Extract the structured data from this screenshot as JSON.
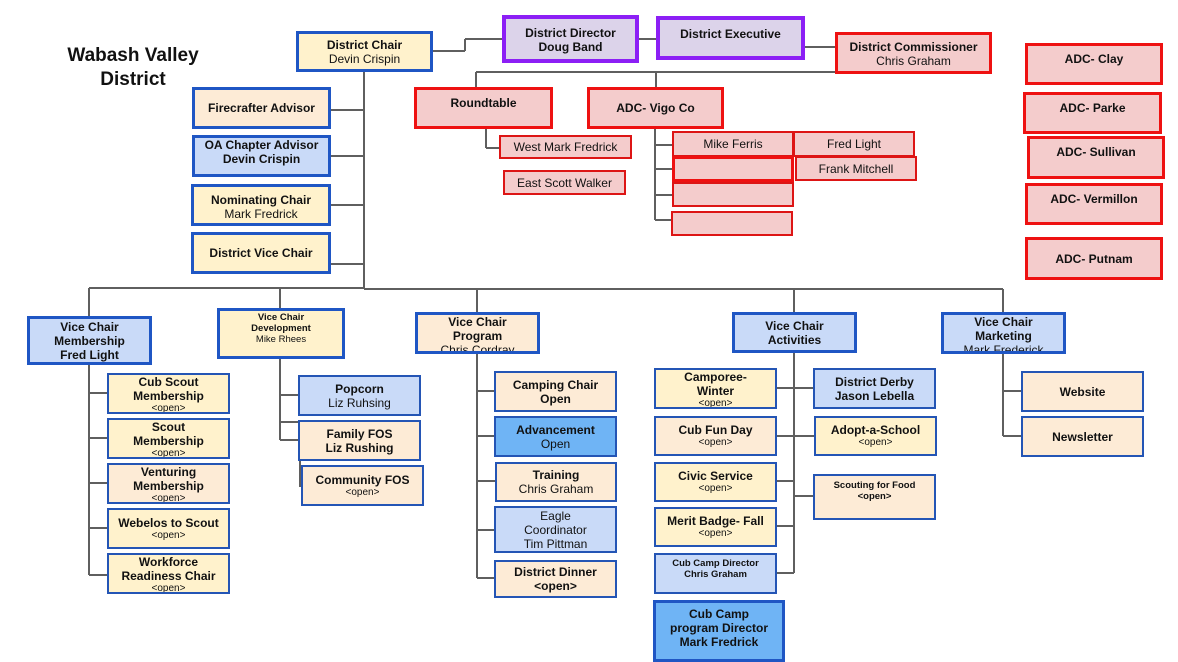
{
  "title": {
    "line1": "Wabash Valley",
    "line2": "District"
  },
  "top": {
    "district_chair": {
      "role": "District Chair",
      "name": "Devin Crispin"
    },
    "district_director": {
      "role": "District Director",
      "name": "Doug Band"
    },
    "district_executive": {
      "role": "District Executive"
    },
    "district_commissioner": {
      "role": "District Commissioner",
      "name": "Chris Graham"
    }
  },
  "chair_staff": [
    {
      "role": "Firecrafter Advisor"
    },
    {
      "role": "OA Chapter Advisor",
      "name": "Devin Crispin"
    },
    {
      "role": "Nominating Chair",
      "name": "Mark Fredrick"
    },
    {
      "role": "District Vice Chair"
    }
  ],
  "commissioner_staff": {
    "roundtable": {
      "role": "Roundtable",
      "members": [
        "West Mark Fredrick",
        "East Scott Walker"
      ]
    },
    "adc_vigo": {
      "role": "ADC- Vigo Co",
      "col1": [
        "Mike Ferris",
        "",
        "",
        ""
      ],
      "col2": [
        "Fred Light",
        "Frank Mitchell"
      ]
    },
    "adcs": [
      "ADC- Clay",
      "ADC- Parke",
      "ADC- Sullivan",
      "ADC- Vermillon",
      "ADC- Putnam"
    ]
  },
  "vice_chairs": {
    "membership": {
      "title": [
        "Vice Chair",
        "Membership",
        "Fred Light"
      ],
      "items": [
        {
          "role": [
            "Cub Scout",
            "Membership"
          ],
          "name": "<open>"
        },
        {
          "role": [
            "Scout",
            "Membership"
          ],
          "name": "<open>"
        },
        {
          "role": [
            "Venturing",
            "Membership"
          ],
          "name": "<open>"
        },
        {
          "role": [
            "Webelos to Scout"
          ],
          "name": "<open>"
        },
        {
          "role": [
            "Workforce",
            "Readiness Chair"
          ],
          "name": "<open>"
        }
      ]
    },
    "development": {
      "title": [
        "Vice Chair",
        "Development"
      ],
      "name": "Mike Rhees",
      "items": [
        {
          "role": "Popcorn",
          "name": "Liz Ruhsing"
        },
        {
          "role": "Family FOS",
          "name": "Liz Rushing"
        },
        {
          "role": "Community FOS",
          "name": "<open>"
        }
      ]
    },
    "program": {
      "title": [
        "Vice Chair",
        "Program"
      ],
      "name": "Chris Cordray",
      "items": [
        {
          "role": "Camping Chair",
          "name": "Open"
        },
        {
          "role": "Advancement",
          "name": "Open"
        },
        {
          "role": "Training",
          "name": "Chris Graham"
        },
        {
          "role": "Eagle Coordinator",
          "name": "Tim Pittman"
        },
        {
          "role": "District Dinner",
          "name": "<open>"
        }
      ]
    },
    "activities": {
      "title": [
        "Vice Chair",
        "Activities"
      ],
      "left": [
        {
          "role": [
            "Camporee-",
            "Winter"
          ],
          "name": "<open>"
        },
        {
          "role": [
            "Cub Fun Day"
          ],
          "name": "<open>"
        },
        {
          "role": [
            "Civic Service"
          ],
          "name": "<open>"
        },
        {
          "role": [
            "Merit Badge- Fall"
          ],
          "name": "<open>"
        },
        {
          "role": [
            "Cub Camp Director"
          ],
          "name": "Chris Graham"
        },
        {
          "role": [
            "Cub Camp",
            "program Director"
          ],
          "name": "Mark Fredrick"
        }
      ],
      "right": [
        {
          "role": "District Derby",
          "name": "Jason Lebella"
        },
        {
          "role": "Adopt-a-School",
          "name": "<open>"
        },
        {
          "role": "Scouting for Food",
          "name": "<open>"
        }
      ]
    },
    "marketing": {
      "title": [
        "Vice Chair",
        "Marketing"
      ],
      "name": "Mark Frederick",
      "items": [
        "Website",
        "Newsletter"
      ]
    }
  },
  "colors": {
    "chair_border": "#1f56c4",
    "staff_border": "#8c1ff5",
    "commissioner_border": "#ee1111",
    "cream": "#fff2cc",
    "peach": "#fdebd6",
    "light_blue": "#c9daf8",
    "medium_blue": "#6fb4f5",
    "pink": "#f4cccc",
    "connector": "#5f5f5f"
  }
}
